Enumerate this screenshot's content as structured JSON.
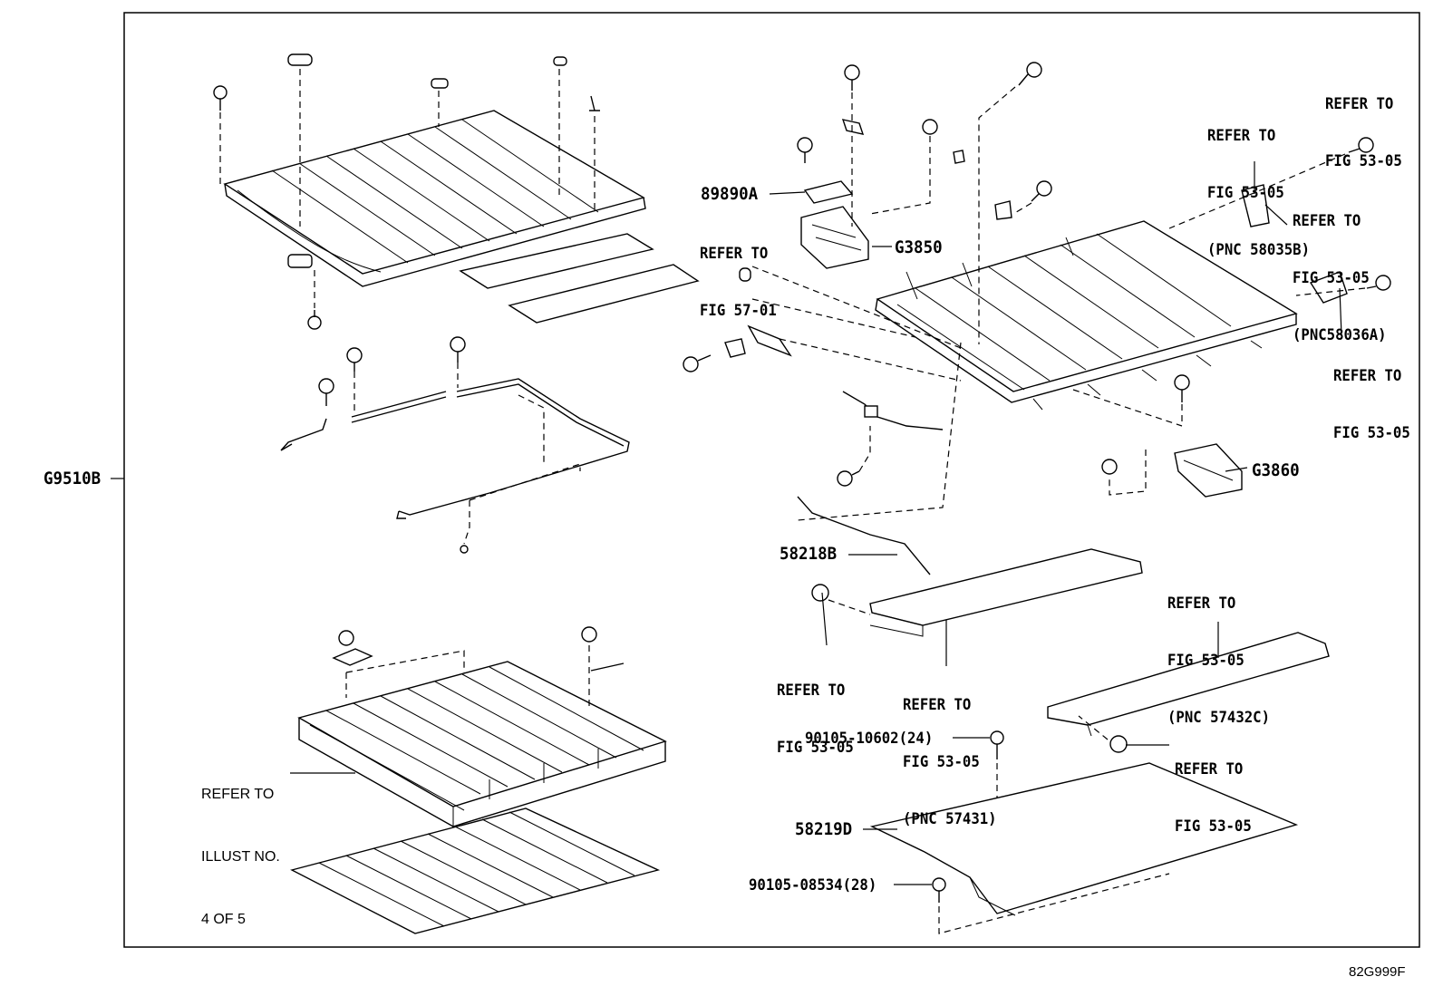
{
  "labels": {
    "g9510b": "G9510B",
    "p89890a": "89890A",
    "g3850": "G3850",
    "g3860": "G3860",
    "p58218b": "58218B",
    "p58219d": "58219D",
    "bolt_10602": "90105-10602(24)",
    "bolt_08534": "90105-08534(28)",
    "ref_fig_57_01": [
      "REFER TO",
      "FIG 57-01"
    ],
    "ref_top_right": [
      "REFER TO",
      "FIG 53-05"
    ],
    "ref_pnc_58035b": [
      "REFER TO",
      "FIG 53-05",
      "(PNC 58035B)"
    ],
    "ref_pnc_58036a": [
      "REFER TO",
      "FIG 53-05",
      "(PNC58036A)"
    ],
    "ref_right_mid": [
      "REFER TO",
      "FIG 53-05"
    ],
    "ref_pnc_57432c": [
      "REFER TO",
      "FIG 53-05",
      "(PNC 57432C)"
    ],
    "ref_left_bushing": [
      "REFER TO",
      "FIG 53-05"
    ],
    "ref_pnc_57431": [
      "REFER TO",
      "FIG 53-05",
      "(PNC 57431)"
    ],
    "ref_right_bushing": [
      "REFER TO",
      "FIG 53-05"
    ],
    "ref_illust": [
      "REFER TO",
      "ILLUST NO.",
      "4 OF 5"
    ]
  },
  "illustration_code": "82G999F"
}
